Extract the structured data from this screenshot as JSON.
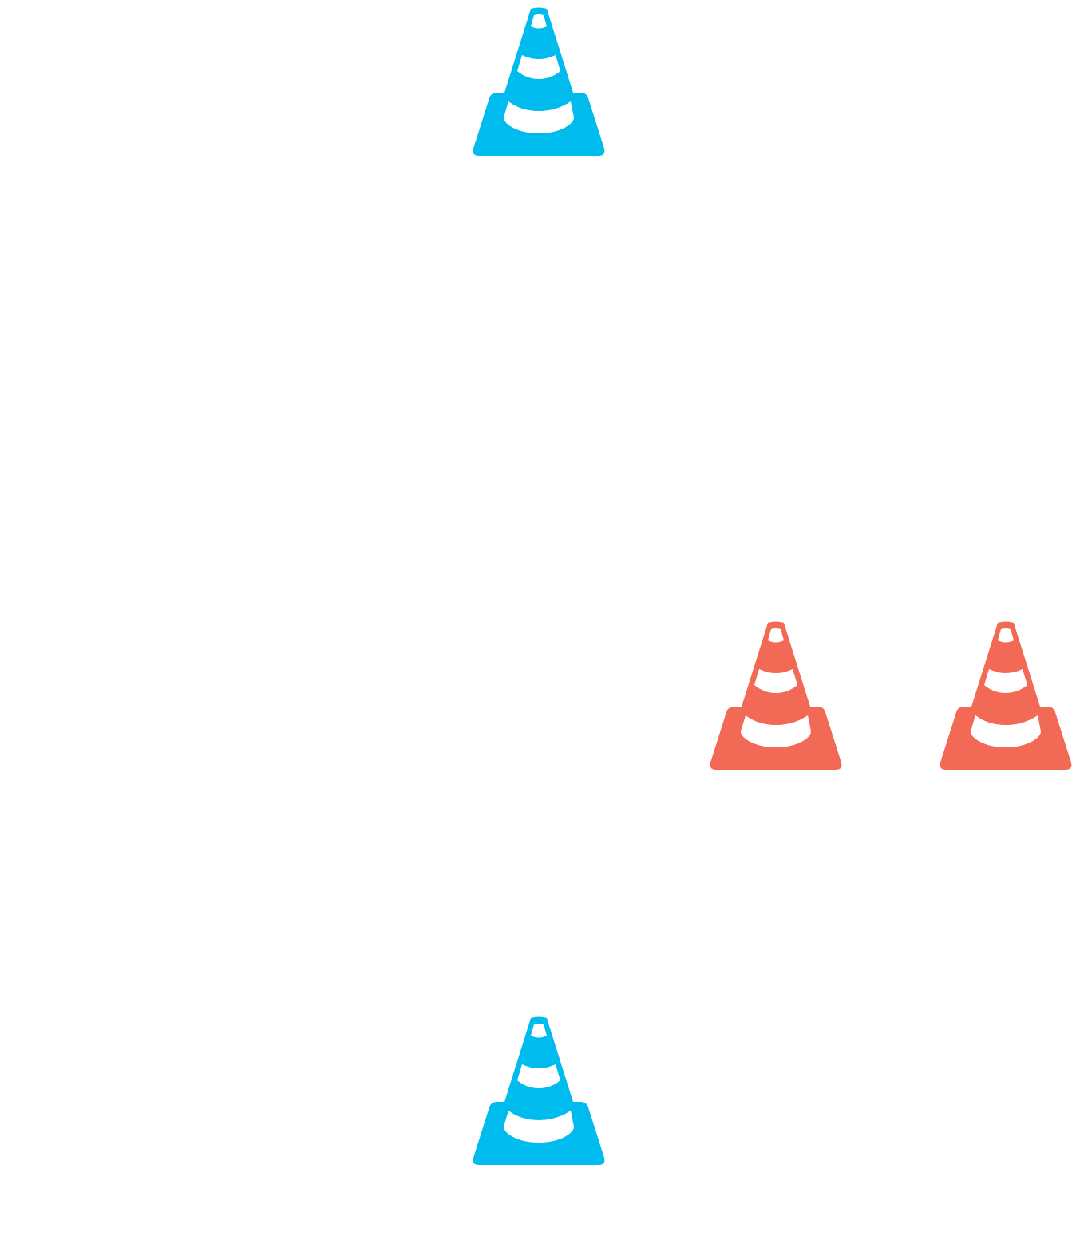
{
  "colors": {
    "background": "#ffffff",
    "blue_cone": "#00bcee",
    "red_cone": "#f26a55",
    "stripe": "#ffffff"
  },
  "cones": [
    {
      "id": "cone-top",
      "icon": "traffic-cone-icon",
      "color": "blue"
    },
    {
      "id": "cone-right1",
      "icon": "traffic-cone-icon",
      "color": "red"
    },
    {
      "id": "cone-right2",
      "icon": "traffic-cone-icon",
      "color": "red"
    },
    {
      "id": "cone-bottom",
      "icon": "traffic-cone-icon",
      "color": "blue"
    }
  ]
}
